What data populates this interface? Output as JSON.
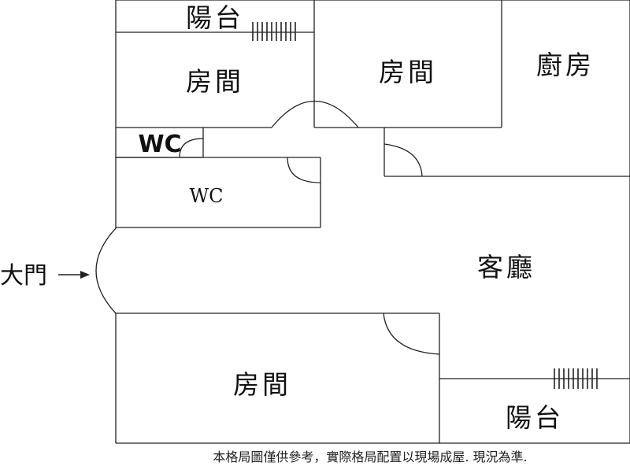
{
  "floorplan": {
    "rooms": {
      "balcony_top": "陽台",
      "bedroom_upper_left": "房間",
      "bedroom_upper_middle": "房間",
      "kitchen": "廚房",
      "wc_small": "WC",
      "wc_large": "WC",
      "living_room": "客廳",
      "bedroom_lower": "房間",
      "balcony_bottom": "陽台"
    },
    "main_door": "大門",
    "disclaimer": "本格局圖僅供參考，實際格局配置以現場成屋. 現況為準."
  },
  "colors": {
    "line": "#222222",
    "text": "#111111",
    "background": "#ffffff"
  }
}
